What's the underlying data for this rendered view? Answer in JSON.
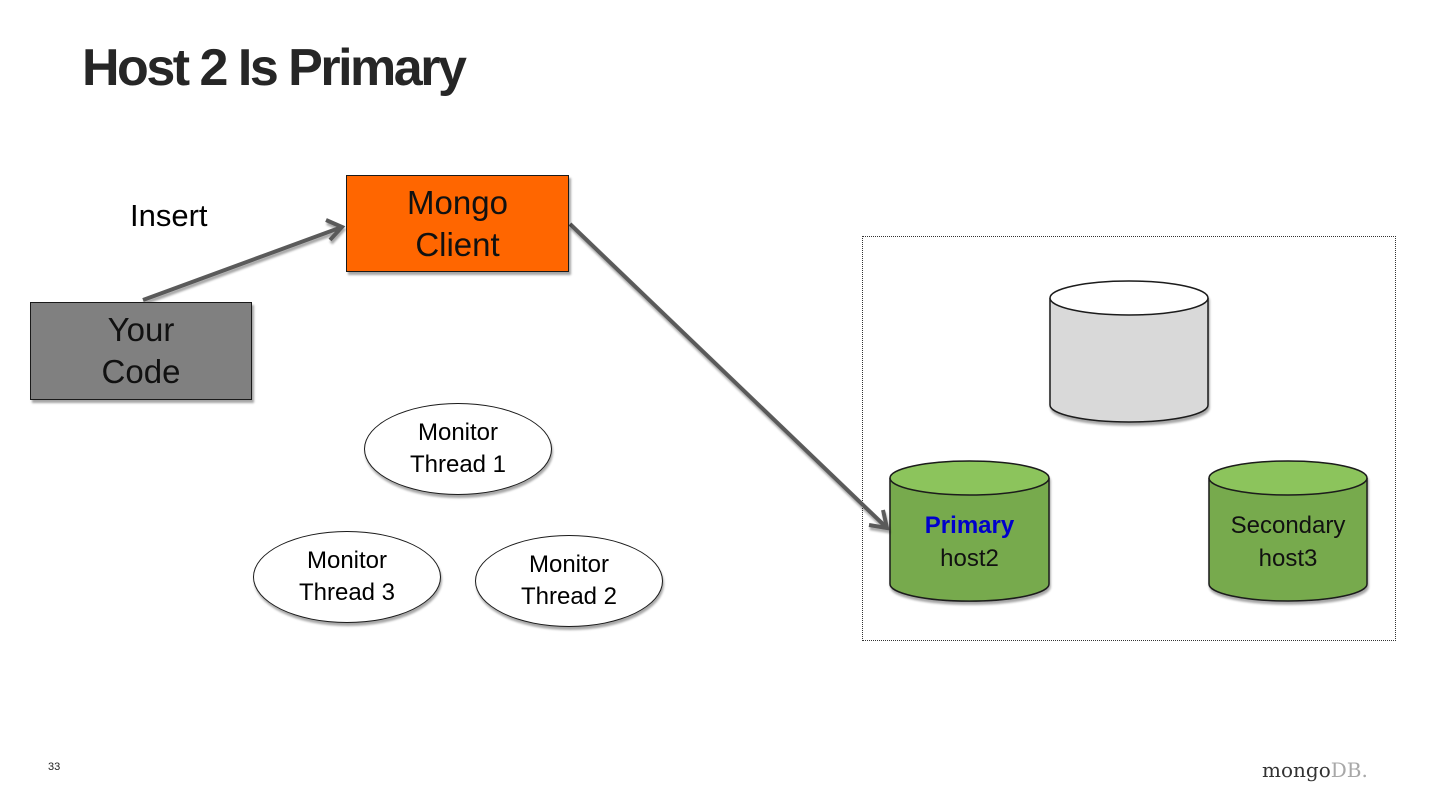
{
  "slide": {
    "title": "Host 2 Is Primary",
    "page_number": "33"
  },
  "diagram": {
    "insert_label": "Insert",
    "mongo_client": {
      "line1": "Mongo",
      "line2": "Client",
      "fill": "#ff6600"
    },
    "your_code": {
      "line1": "Your",
      "line2": "Code",
      "fill": "#808080"
    },
    "monitor_threads": [
      {
        "line1": "Monitor",
        "line2": "Thread 1"
      },
      {
        "line1": "Monitor",
        "line2": "Thread 2"
      },
      {
        "line1": "Monitor",
        "line2": "Thread 3"
      }
    ],
    "replica_set": {
      "unavailable_node": {
        "label": "",
        "fill": "#d9d9d9"
      },
      "primary": {
        "role": "Primary",
        "host": "host2",
        "fill": "#77aa4e",
        "role_color": "#0000cc"
      },
      "secondary": {
        "role": "Secondary",
        "host": "host3",
        "fill": "#77aa4e"
      }
    },
    "edges": [
      {
        "from": "your_code",
        "to": "mongo_client",
        "label": "Insert"
      },
      {
        "from": "mongo_client",
        "to": "primary"
      }
    ]
  },
  "footer": {
    "logo_part1": "mongo",
    "logo_part2": "DB."
  }
}
